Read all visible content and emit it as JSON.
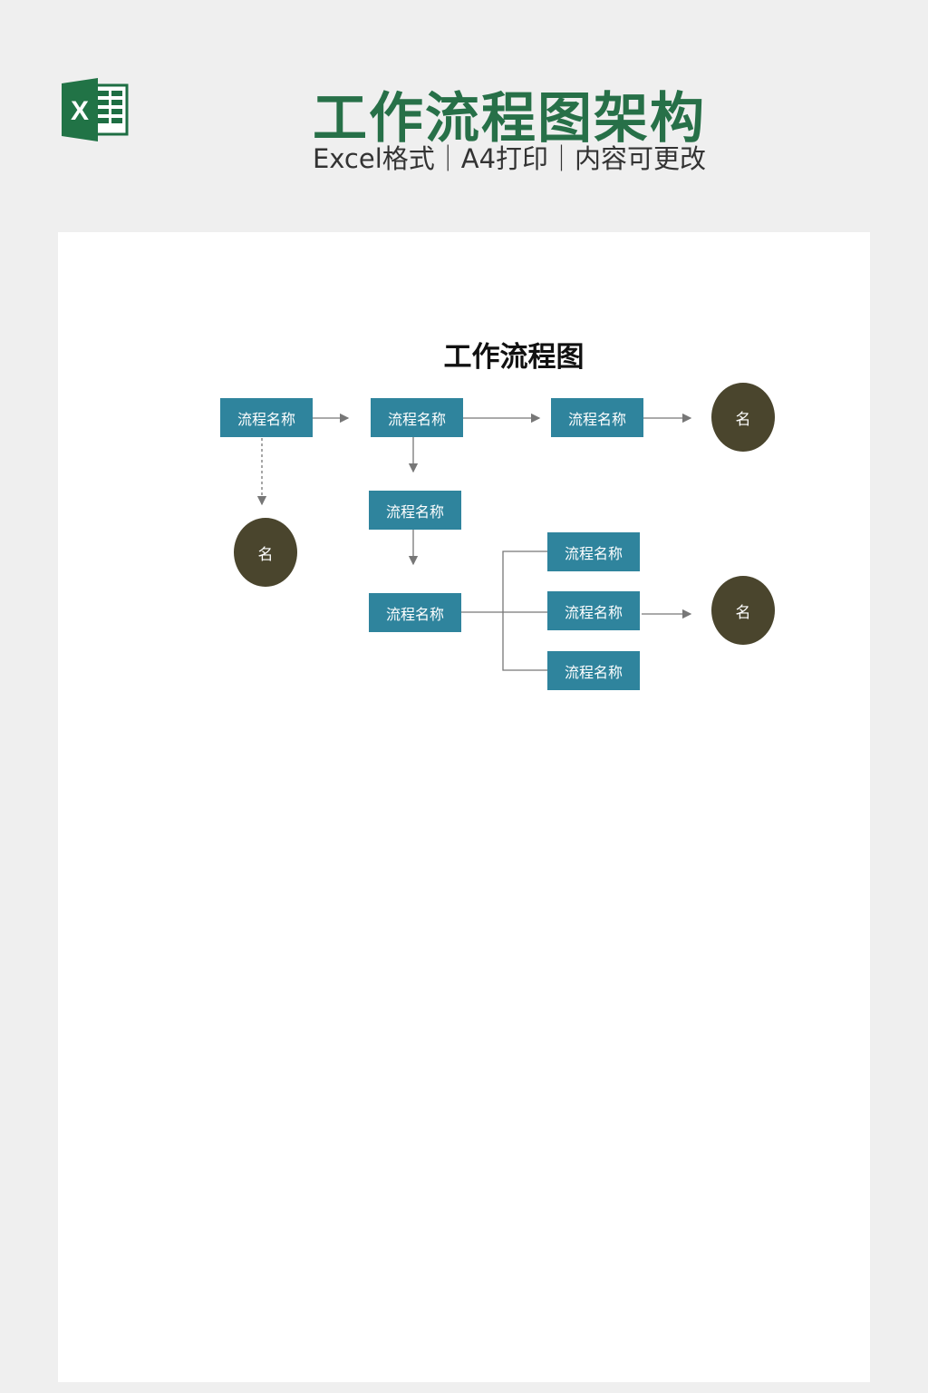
{
  "header": {
    "title": "工作流程图架构",
    "subtitle": "Excel格式｜A4打印｜内容可更改",
    "logo_letter": "X"
  },
  "diagram": {
    "title": "工作流程图",
    "boxes": [
      "流程名称",
      "流程名称",
      "流程名称",
      "流程名称",
      "流程名称",
      "流程名称",
      "流程名称",
      "流程名称"
    ],
    "circles": [
      "名",
      "名",
      "名"
    ]
  },
  "colors": {
    "brand": "#277048",
    "box": "#2f849d",
    "circle": "#4a452d"
  }
}
